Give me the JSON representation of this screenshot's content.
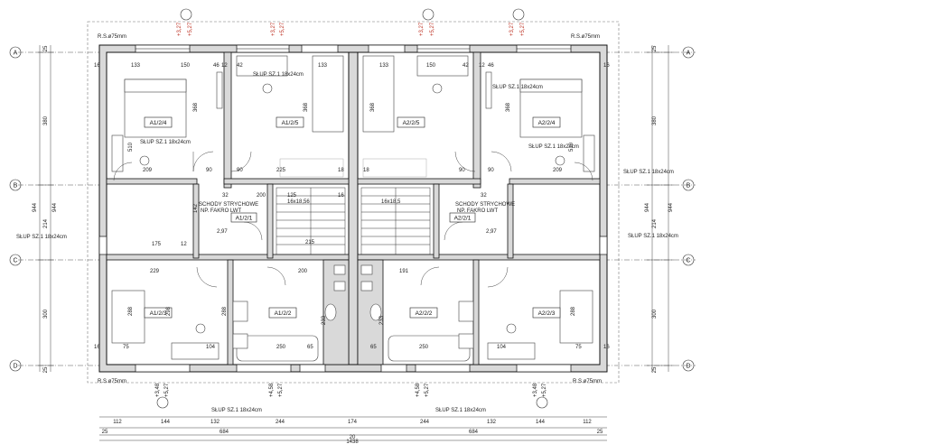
{
  "axes": [
    "A",
    "B",
    "C",
    "D"
  ],
  "rooms": [
    {
      "id": "A1/2/4"
    },
    {
      "id": "A1/2/5"
    },
    {
      "id": "A2/2/5"
    },
    {
      "id": "A2/2/4"
    },
    {
      "id": "A1/2/1"
    },
    {
      "id": "A2/2/1"
    },
    {
      "id": "A1/2/3"
    },
    {
      "id": "A1/2/2"
    },
    {
      "id": "A2/2/2"
    },
    {
      "id": "A2/2/3"
    }
  ],
  "notes": {
    "rs_tl": "R.S.ø75mm",
    "rs_tr": "R.S.ø75mm",
    "rs_bl": "R.S.ø75mm",
    "rs_br": "R.S.ø75mm",
    "slup_top_left": "SŁUP SZ.1  18x24cm",
    "slup_top_right": "SŁUP SZ.1  18x24cm",
    "slup_left_room": "SŁUP SZ.1 18x24cm",
    "slup_right_room": "SŁUP SZ.1 18x24cm",
    "slup_right_outer": "SŁUP SZ.1 18x24cm",
    "slup_left_outer": "SŁUP SZ.1 18x24cm",
    "slup_right_outer2": "SŁUP SZ.1 18x24cm",
    "slup_bottom_left": "SŁUP SZ.1 18x24cm",
    "slup_bottom_right": "SŁUP SZ.1 18x24cm",
    "stairs_left": "SCHODY STRYCHOWE",
    "stairs_left2": "NP. FAKRO LWT",
    "stairs_right": "SCHODY STRYCHOWE",
    "stairs_right2": "NP. FAKRO LWT",
    "stair_l": "16x18,56",
    "stair_r": "16x18,5"
  },
  "left_dims": [
    "380",
    "214",
    "300",
    "944",
    "944",
    "25",
    "25"
  ],
  "right_dims": [
    "380",
    "214",
    "300",
    "944",
    "944",
    "25",
    "25"
  ],
  "top_red": [
    "+3,27",
    "+5,27",
    "+3,27",
    "+5,27",
    "+3,27",
    "+5,27",
    "+3,27",
    "+5,27"
  ],
  "bottom_marks": [
    "+3,48",
    "+5,27",
    "+4,58",
    "+5,27",
    "+4,58",
    "+5,27",
    "+3,48",
    "+5,27"
  ],
  "bottom_row1": [
    "112",
    "144",
    "132",
    "244",
    "174",
    "244",
    "132",
    "144",
    "112"
  ],
  "bottom_row2": [
    "25",
    "684",
    "684",
    "25"
  ],
  "bottom_row3": [
    "20"
  ],
  "bottom_total": "1438",
  "inner_dims_top": [
    "16",
    "133",
    "150",
    "46",
    "12",
    "42",
    "133",
    "133",
    "150",
    "42",
    "12",
    "46",
    "16"
  ],
  "inner_misc": [
    "368",
    "368",
    "368",
    "368",
    "510",
    "510",
    "209",
    "209",
    "90",
    "90",
    "90",
    "90",
    "225",
    "18",
    "18",
    "32",
    "32",
    "125",
    "16",
    "12",
    "200",
    "175",
    "229",
    "191",
    "200",
    "288",
    "298",
    "288",
    "288",
    "250",
    "250",
    "104",
    "104",
    "65",
    "65",
    "75",
    "75",
    "16",
    "16",
    "2,97",
    "2,97",
    "142",
    "233",
    "233",
    "215"
  ]
}
